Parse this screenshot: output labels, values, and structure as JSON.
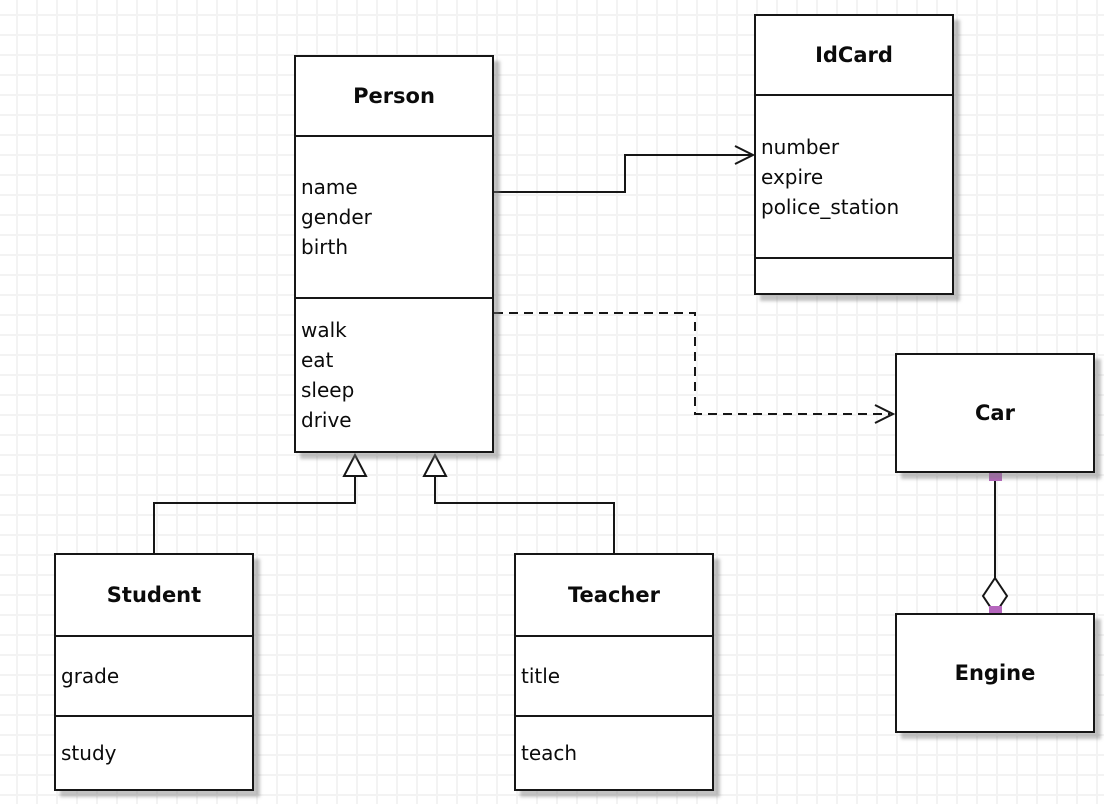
{
  "colors": {
    "line": "#161616",
    "handle": "#b566bd",
    "grid": "#f3f3f3",
    "box_fill": "#ffffff"
  },
  "classes": {
    "person": {
      "name": "Person",
      "attributes": [
        "name",
        "gender",
        "birth"
      ],
      "methods": [
        "walk",
        "eat",
        "sleep",
        "drive"
      ]
    },
    "idcard": {
      "name": "IdCard",
      "attributes": [
        "number",
        "expire",
        "police_station"
      ],
      "methods": []
    },
    "car": {
      "name": "Car",
      "attributes": [],
      "methods": []
    },
    "engine": {
      "name": "Engine",
      "attributes": [],
      "methods": []
    },
    "student": {
      "name": "Student",
      "attributes": [
        "grade"
      ],
      "methods": [
        "study"
      ]
    },
    "teacher": {
      "name": "Teacher",
      "attributes": [
        "title"
      ],
      "methods": [
        "teach"
      ]
    }
  },
  "relationships": [
    {
      "type": "association",
      "from": "Person",
      "to": "IdCard"
    },
    {
      "type": "dependency",
      "from": "Person",
      "to": "Car"
    },
    {
      "type": "generalization",
      "from": "Student",
      "to": "Person"
    },
    {
      "type": "generalization",
      "from": "Teacher",
      "to": "Person"
    },
    {
      "type": "aggregation",
      "from": "Car",
      "to": "Engine"
    }
  ]
}
